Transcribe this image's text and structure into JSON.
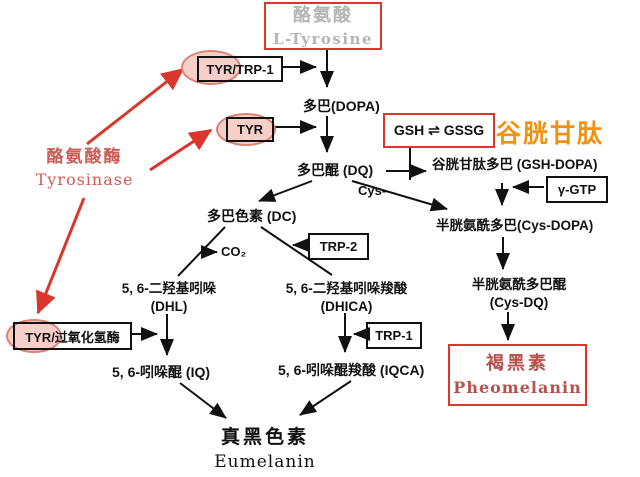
{
  "title": "Melanin synthesis pathway",
  "colors": {
    "emphasis_border": "#d9372b",
    "highlight_fill": "#f6cfc8",
    "highlight_edge": "#dd8273",
    "enzyme_text": "#cd5c55",
    "glutathione_orange": "#f0920f",
    "pheomelanin_text": "#b5524e",
    "main_text": "#111111",
    "faded_text": "#b5b5b5"
  },
  "nodes": {
    "tyrosine": {
      "zh": "酪氨酸",
      "en": "L-Tyrosine"
    },
    "enzyme": {
      "zh": "酪氨酸酶",
      "en": "Tyrosinase"
    },
    "tyr_trp1": {
      "label": "TYR/TRP-1"
    },
    "tyr": {
      "label": "TYR"
    },
    "dopa": {
      "label": "多巴(DOPA)"
    },
    "dq": {
      "label": "多巴醌 (DQ)"
    },
    "gsh_gssg": {
      "label": "GSH ⇌ GSSG"
    },
    "glutathione_title": {
      "label": "谷胱甘肽"
    },
    "gsh_dopa": {
      "label": "谷胱甘肽多巴 (GSH-DOPA)"
    },
    "gamma_gtp": {
      "label": "γ-GTP"
    },
    "cys": {
      "label": "Cys-"
    },
    "cys_dopa": {
      "label": "半胱氨酰多巴(Cys-DOPA)"
    },
    "dc": {
      "label": "多巴色素 (DC)"
    },
    "co2": {
      "label": "CO₂"
    },
    "trp2": {
      "label": "TRP-2"
    },
    "dhl": {
      "zh": "5, 6-二羟基吲哚",
      "en": "(DHL)"
    },
    "dhica": {
      "zh": "5, 6-二羟基吲哚羧酸",
      "en": "(DHICA)"
    },
    "tyr_catalase": {
      "label": "TYR/过氧化氢酶"
    },
    "trp1": {
      "label": "TRP-1"
    },
    "iq": {
      "label": "5, 6-吲哚醌 (IQ)"
    },
    "iqca": {
      "label": "5, 6-吲哚醌羧酸 (IQCA)"
    },
    "cys_dq": {
      "zh": "半胱氨酰多巴醌",
      "en": "(Cys-DQ)"
    },
    "pheomelanin": {
      "zh": "褐黑素",
      "en": "Pheomelanin"
    },
    "eumelanin": {
      "zh": "真黑色素",
      "en": "Eumelanin"
    }
  }
}
